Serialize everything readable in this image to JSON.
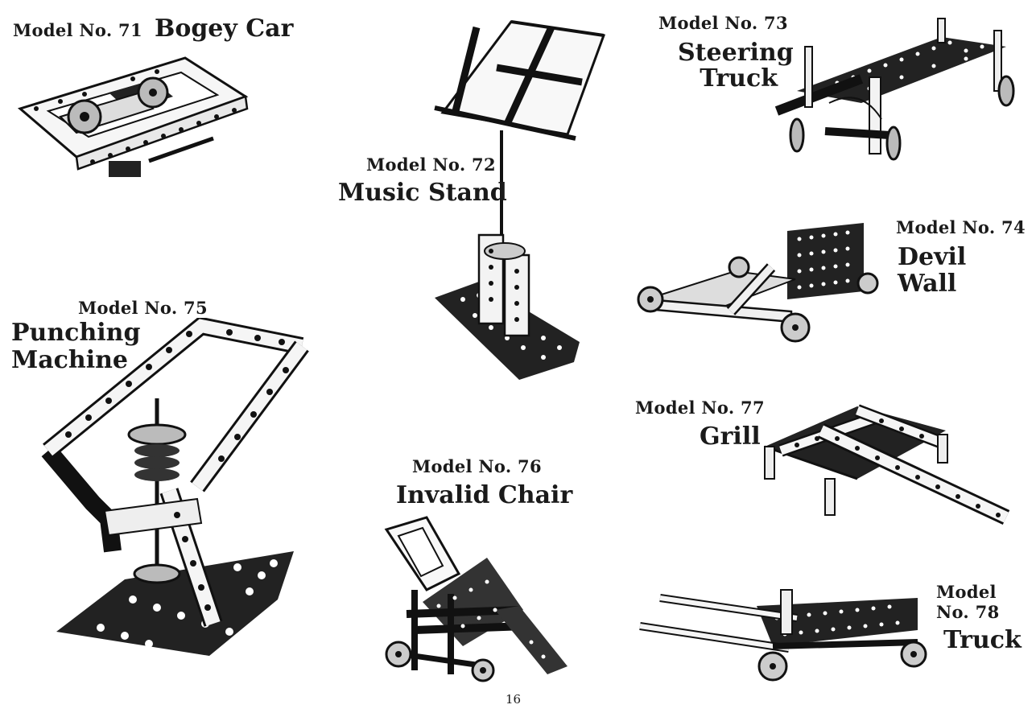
{
  "page_number": "16",
  "models": [
    {
      "id": "71",
      "number_label": "Model No. 71",
      "name_lines": [
        "Bogey Car"
      ],
      "illustration": "bogey-car-illustration"
    },
    {
      "id": "72",
      "number_label": "Model No. 72",
      "name_lines": [
        "Music Stand"
      ],
      "illustration": "music-stand-illustration"
    },
    {
      "id": "73",
      "number_label": "Model No. 73",
      "name_lines": [
        "Steering",
        "Truck"
      ],
      "illustration": "steering-truck-illustration"
    },
    {
      "id": "74",
      "number_label": "Model No. 74",
      "name_lines": [
        "Devil",
        "Wall"
      ],
      "illustration": "devil-wall-illustration"
    },
    {
      "id": "75",
      "number_label": "Model No. 75",
      "name_lines": [
        "Punching",
        "Machine"
      ],
      "illustration": "punching-machine-illustration"
    },
    {
      "id": "76",
      "number_label": "Model No. 76",
      "name_lines": [
        "Invalid Chair"
      ],
      "illustration": "invalid-chair-illustration"
    },
    {
      "id": "77",
      "number_label": "Model No. 77",
      "name_lines": [
        "Grill"
      ],
      "illustration": "grill-illustration"
    },
    {
      "id": "78",
      "number_label_lines": [
        "Model",
        "No. 78"
      ],
      "name_lines": [
        "Truck"
      ],
      "illustration": "truck-illustration"
    }
  ]
}
